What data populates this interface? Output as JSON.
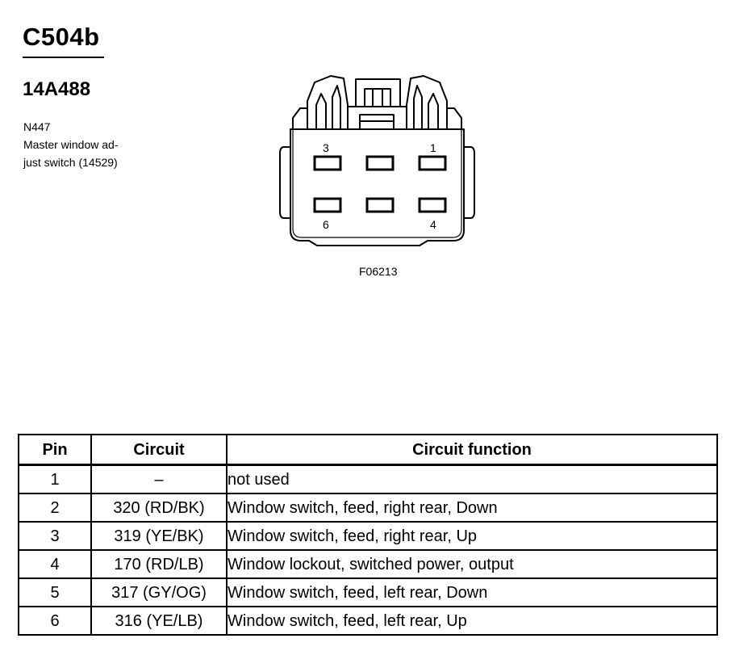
{
  "header": {
    "connector_id": "C504b",
    "part_number": "14A488",
    "description_lines": [
      "N447",
      "Master window ad-",
      "just switch (14529)"
    ]
  },
  "diagram": {
    "pin_labels": [
      "3",
      "1",
      "6",
      "4"
    ],
    "figure_code": "F06213"
  },
  "table": {
    "columns": [
      "Pin",
      "Circuit",
      "Circuit function"
    ],
    "rows": [
      {
        "pin": "1",
        "circuit": "–",
        "function": "not used"
      },
      {
        "pin": "2",
        "circuit": "320 (RD/BK)",
        "function": "Window switch, feed, right rear, Down"
      },
      {
        "pin": "3",
        "circuit": "319 (YE/BK)",
        "function": "Window switch, feed, right rear, Up"
      },
      {
        "pin": "4",
        "circuit": "170 (RD/LB)",
        "function": "Window lockout, switched power, output"
      },
      {
        "pin": "5",
        "circuit": "317 (GY/OG)",
        "function": "Window switch, feed, left rear, Down"
      },
      {
        "pin": "6",
        "circuit": "316 (YE/LB)",
        "function": "Window switch, feed, left rear, Up"
      }
    ]
  }
}
